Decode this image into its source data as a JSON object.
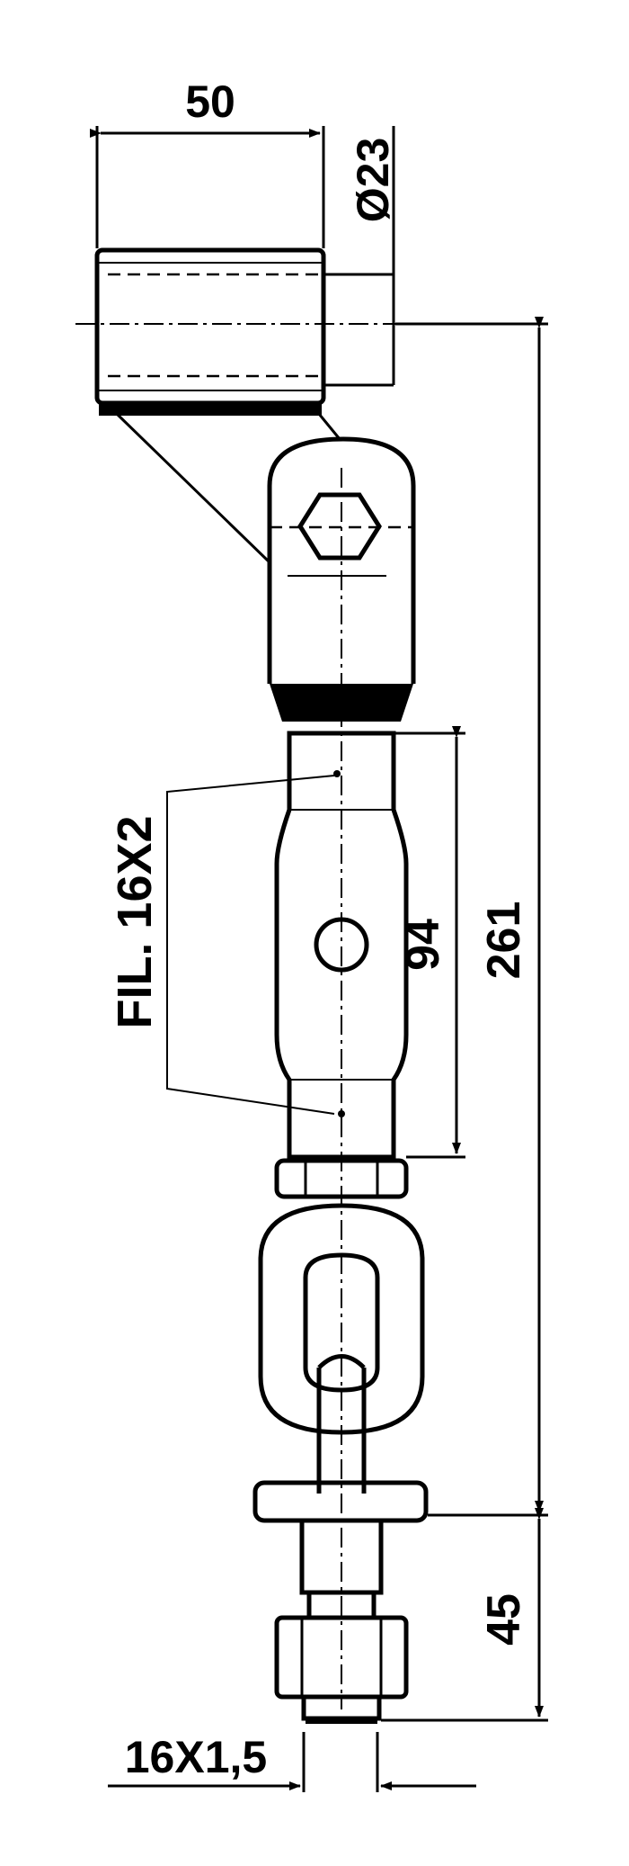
{
  "dimensions": {
    "width_top": "50",
    "diameter": "Ø23",
    "thread_label": "FIL. 16X2",
    "adjust_length": "94",
    "total_length": "261",
    "bottom_length": "45",
    "bolt_thread": "16X1,5"
  }
}
